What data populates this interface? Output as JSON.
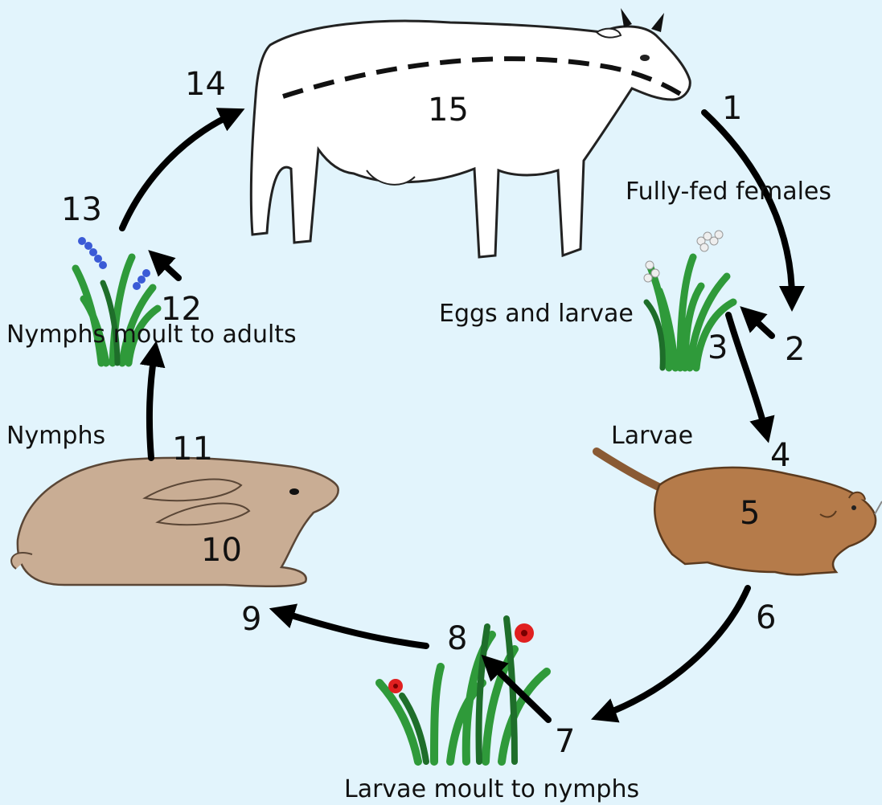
{
  "numbers": {
    "n1": "1",
    "n2": "2",
    "n3": "3",
    "n4": "4",
    "n5": "5",
    "n6": "6",
    "n7": "7",
    "n8": "8",
    "n9": "9",
    "n10": "10",
    "n11": "11",
    "n12": "12",
    "n13": "13",
    "n14": "14",
    "n15": "15"
  },
  "labels": {
    "fully_fed_females": "Fully-fed females",
    "eggs_and_larvae": "Eggs and larvae",
    "larvae": "Larvae",
    "larvae_moult": "Larvae moult to nymphs",
    "nymphs": "Nymphs",
    "nymphs_moult": "Nymphs moult to adults"
  },
  "colors": {
    "background": "#e2f4fc",
    "cow": "#ffffff",
    "rabbit": "#c9ad94",
    "rodent": "#b57b4a",
    "grass": "#2f9a3a",
    "flower_red": "#e02020",
    "flower_blue": "#3b5bd6",
    "flower_white": "#eeeeee"
  },
  "icons": [
    "cow-icon",
    "rodent-icon",
    "rabbit-icon",
    "grass-icon"
  ]
}
